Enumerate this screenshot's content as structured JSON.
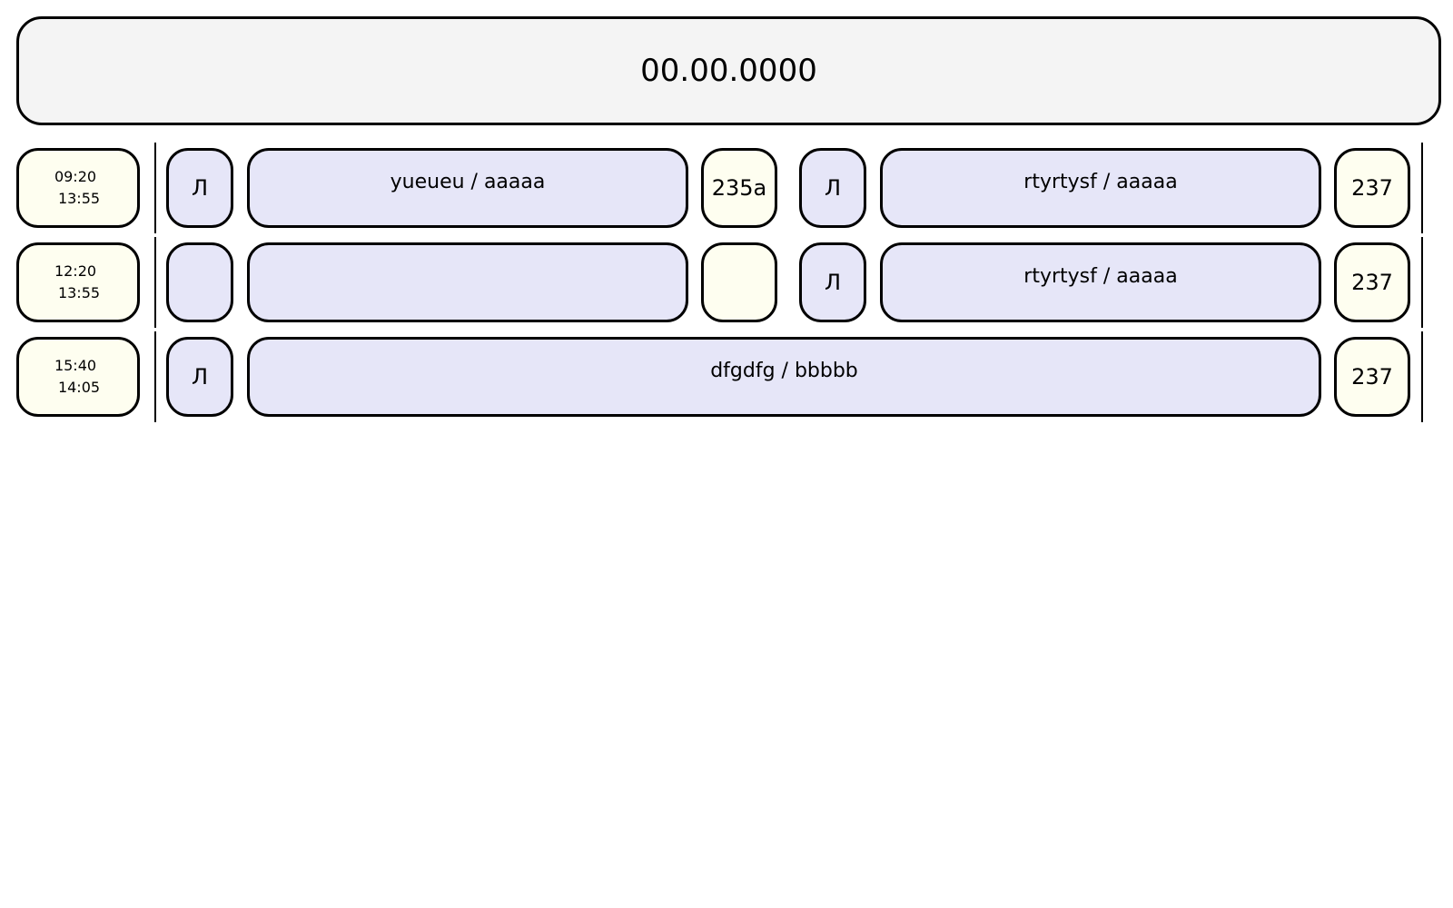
{
  "header": {
    "date": "00.00.0000"
  },
  "rows": [
    {
      "time_start": "09:20",
      "time_end": "13:55",
      "left": {
        "mark": "Л",
        "subject": "yueueu / aaaaa",
        "room": "235а"
      },
      "right": {
        "mark": "Л",
        "subject": "rtyrtysf / aaaaa",
        "room": "237"
      }
    },
    {
      "time_start": "12:20",
      "time_end": "13:55",
      "left": {
        "mark": "",
        "subject": "",
        "room": ""
      },
      "right": {
        "mark": "Л",
        "subject": "rtyrtysf / aaaaa",
        "room": "237"
      }
    },
    {
      "time_start": "15:40",
      "time_end": "14:05",
      "full": {
        "mark": "Л",
        "subject": "dfgdfg / bbbbb",
        "room": "237"
      }
    }
  ],
  "colors": {
    "header_bg": "#f4f4f4",
    "lavender": "#e6e6f8",
    "cream": "#fefef0",
    "border": "#000000"
  }
}
